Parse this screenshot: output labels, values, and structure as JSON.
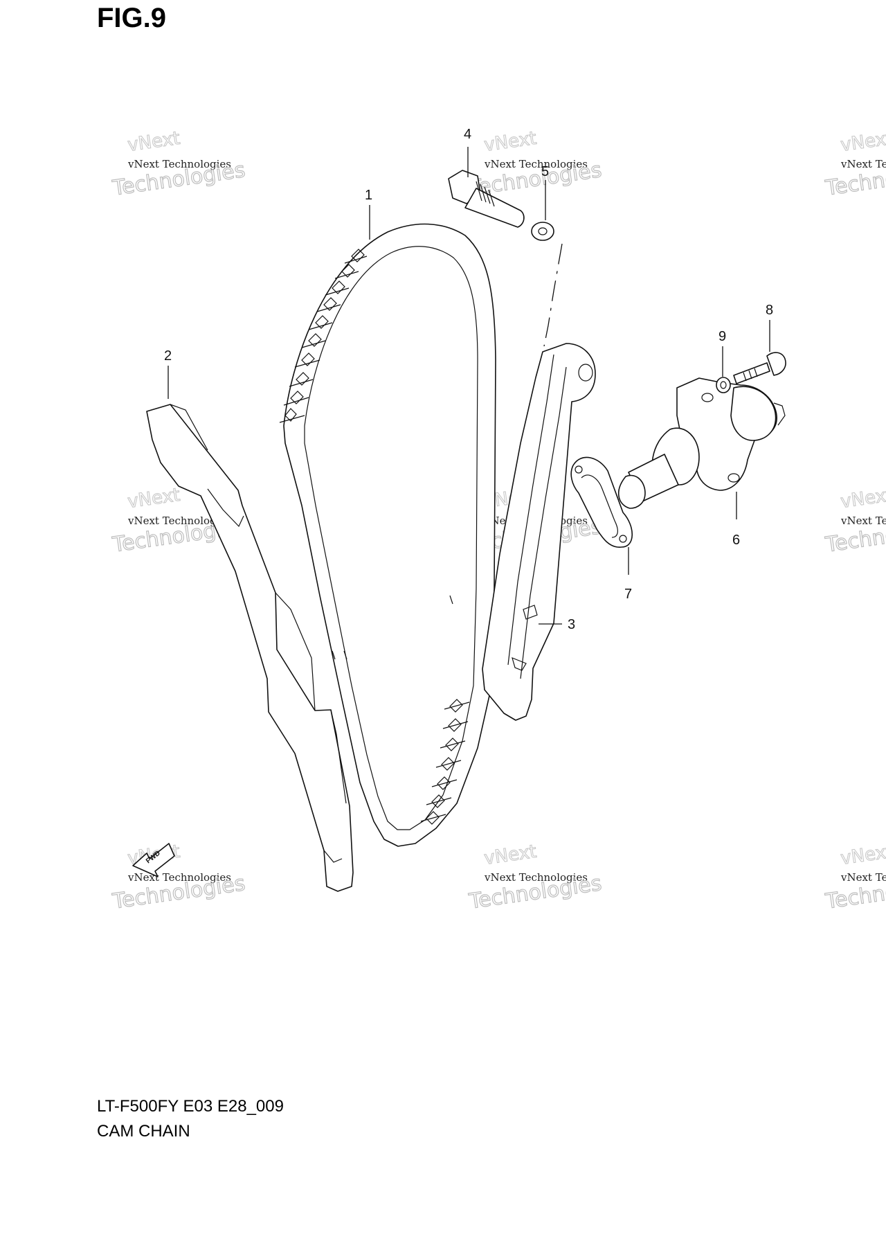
{
  "figure": {
    "title": "FIG.9",
    "model_code": "LT-F500FY E03 E28_009",
    "caption": "CAM CHAIN",
    "fwd_label": "FWD"
  },
  "callouts": [
    {
      "id": "1",
      "label": "1"
    },
    {
      "id": "2",
      "label": "2"
    },
    {
      "id": "3",
      "label": "3"
    },
    {
      "id": "4",
      "label": "4"
    },
    {
      "id": "5",
      "label": "5"
    },
    {
      "id": "6",
      "label": "6"
    },
    {
      "id": "7",
      "label": "7"
    },
    {
      "id": "8",
      "label": "8"
    },
    {
      "id": "9",
      "label": "9"
    }
  ],
  "watermark": {
    "line1": "vNext",
    "line2": "vNext Technologies",
    "line3": "Technologies"
  }
}
